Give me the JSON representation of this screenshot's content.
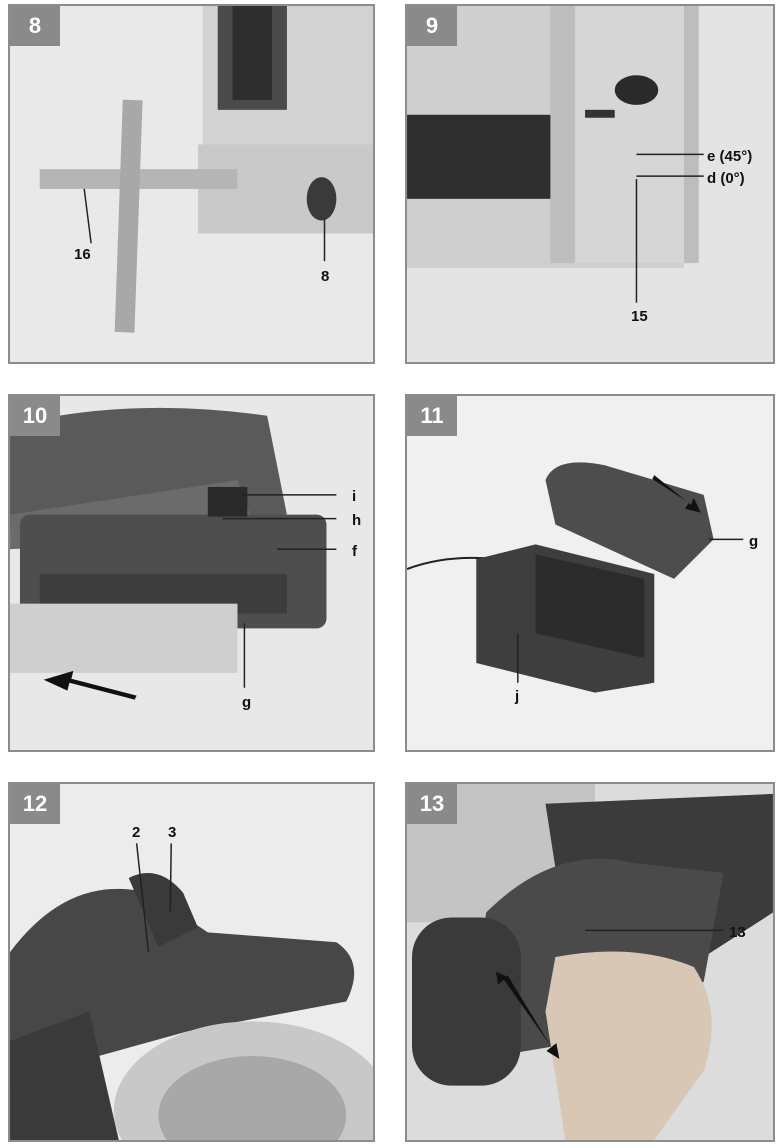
{
  "figures": [
    {
      "number": "8",
      "callouts": {
        "c1": "16",
        "c2": "8"
      }
    },
    {
      "number": "9",
      "callouts": {
        "c1": "e (45°)",
        "c2": "d (0°)",
        "c3": "15"
      }
    },
    {
      "number": "10",
      "callouts": {
        "c1": "i",
        "c2": "h",
        "c3": "f",
        "c4": "g"
      }
    },
    {
      "number": "11",
      "callouts": {
        "c1": "g",
        "c2": "j"
      }
    },
    {
      "number": "12",
      "callouts": {
        "c1": "2",
        "c2": "3"
      }
    },
    {
      "number": "13",
      "callouts": {
        "c1": "13"
      }
    }
  ],
  "colors": {
    "frame": "#8c8c8c",
    "badge": "#8a8a8a",
    "photo_bg": "#e6e6e6"
  }
}
